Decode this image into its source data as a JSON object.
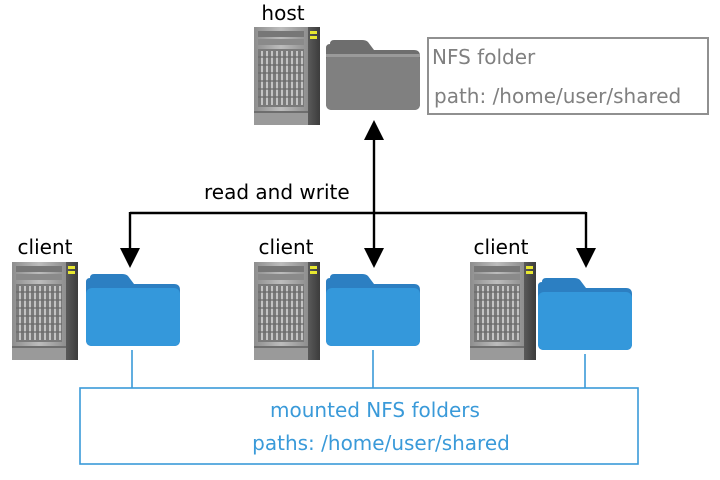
{
  "host": {
    "label": "host",
    "folder_box": {
      "title": "NFS folder",
      "path": "path: /home/user/shared"
    }
  },
  "arrow_label": "read and write",
  "clients": [
    {
      "label": "client"
    },
    {
      "label": "client"
    },
    {
      "label": "client"
    }
  ],
  "mounted_box": {
    "title": "mounted NFS folders",
    "path": "paths: /home/user/shared"
  },
  "colors": {
    "host_folder": "#808080",
    "client_folder": "#3498db",
    "client_folder_tab": "#2c7fc2",
    "server_body": "#a8a8a8",
    "server_led": "#e8e830",
    "host_box_border": "#909090",
    "host_box_text": "#808080",
    "mounted_box_border": "#3a9ad9",
    "mounted_box_text": "#3a9ad9",
    "arrows": "#000000"
  },
  "icons": {
    "server": "server-tower-icon",
    "folder": "folder-icon"
  }
}
